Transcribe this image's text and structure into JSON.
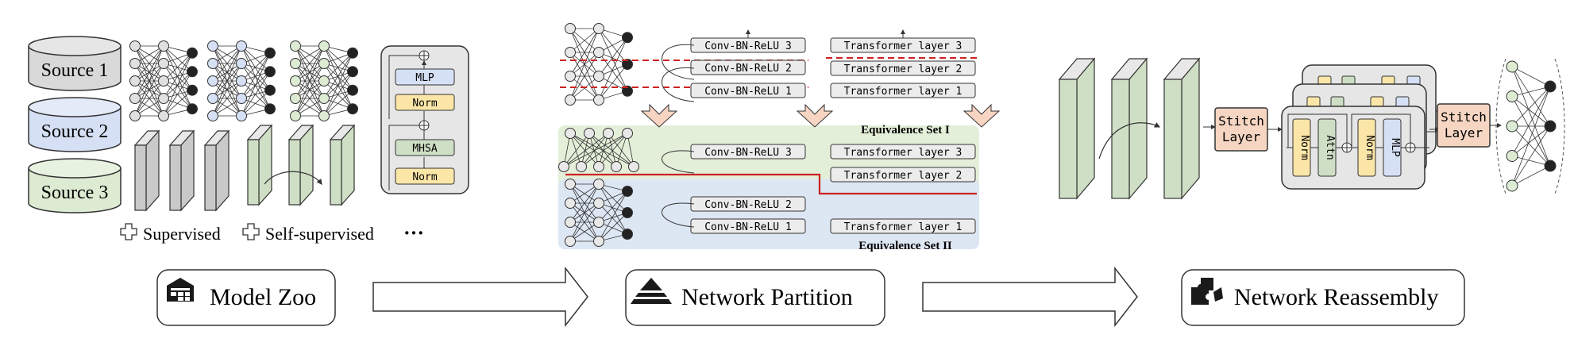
{
  "model_zoo": {
    "sources": [
      "Source 1",
      "Source 2",
      "Source 3"
    ],
    "source_colors": [
      "#d9d9d9",
      "#d6e0f5",
      "#dcebd2"
    ],
    "block": {
      "mlp": "MLP",
      "norm_top": "Norm",
      "mhsa": "MHSA",
      "norm_bottom": "Norm"
    },
    "legend": {
      "supervised": "Supervised",
      "self_supervised": "Self-supervised",
      "more": "···"
    }
  },
  "partition": {
    "conv_top": [
      "Conv-BN-ReLU 3",
      "Conv-BN-ReLU 2",
      "Conv-BN-ReLU 1"
    ],
    "transformer_top": [
      "Transformer layer 3",
      "Transformer layer 2",
      "Transformer layer 1"
    ],
    "set1": {
      "title": "Equivalence Set I",
      "conv": "Conv-BN-ReLU 3",
      "transformer": [
        "Transformer layer 3",
        "Transformer layer 2"
      ],
      "color": "#e4efd9"
    },
    "set2": {
      "title": "Equivalence Set II",
      "conv": [
        "Conv-BN-ReLU 2",
        "Conv-BN-ReLU 1"
      ],
      "transformer": "Transformer layer 1",
      "color": "#dde6f3"
    },
    "cut_color": "#cc2222"
  },
  "reassembly": {
    "stitch_left": [
      "Stitch",
      "Layer"
    ],
    "stitch_right": [
      "Stitch",
      "Layer"
    ],
    "stitch_color": "#f6d6c3",
    "block": {
      "norm1": "Norm",
      "attn": "Attn",
      "norm2": "Norm",
      "mlp": "MLP"
    }
  },
  "stages": {
    "model_zoo": "Model Zoo",
    "network_partition": "Network Partition",
    "network_reassembly": "Network Reassembly"
  },
  "icons": [
    "warehouse-icon",
    "pyramid-icon",
    "puzzle-icon",
    "plus-icon",
    "arrow-right-icon"
  ]
}
